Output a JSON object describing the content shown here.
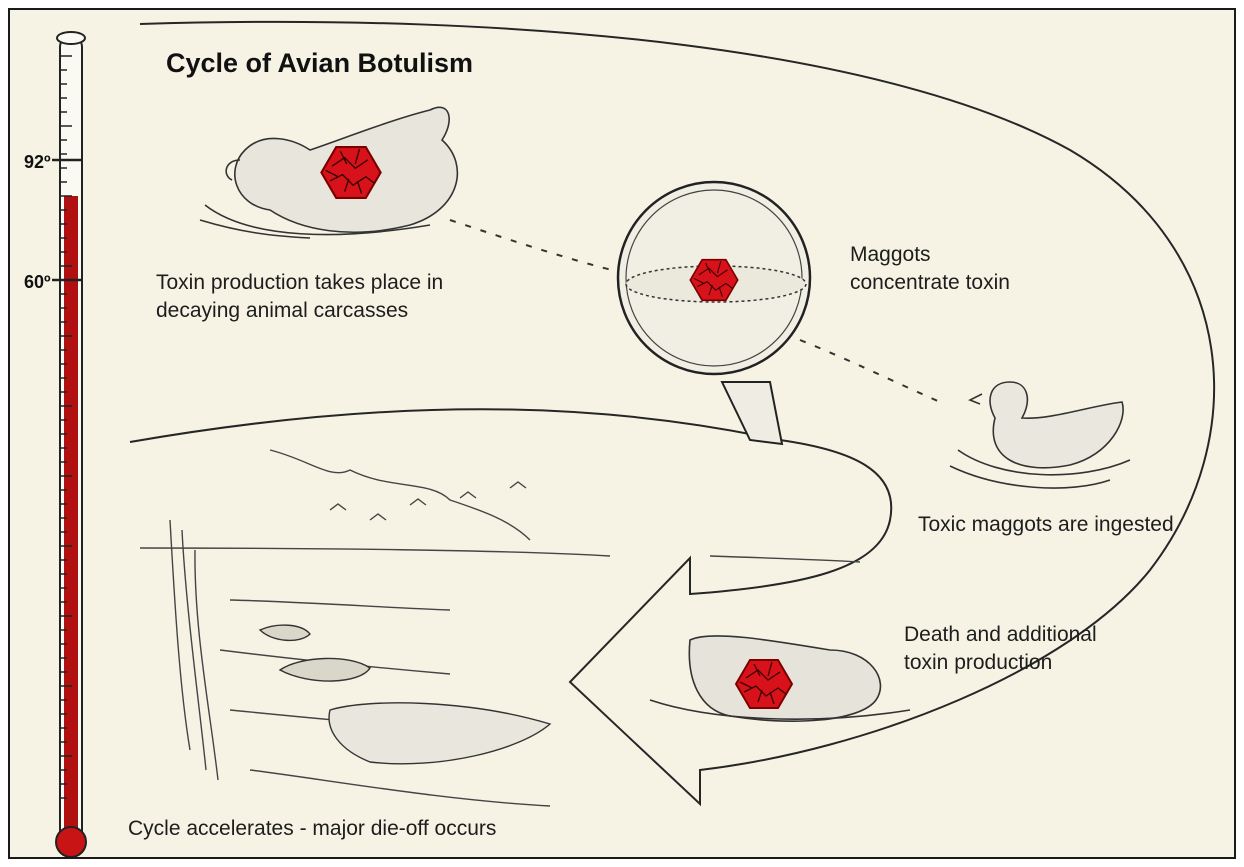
{
  "title": "Cycle of Avian Botulism",
  "thermometer": {
    "marks": [
      {
        "label": "92º"
      },
      {
        "label": "60º"
      }
    ],
    "colors": {
      "mercury": "#b01010",
      "bulb": "#c81414"
    }
  },
  "stages": {
    "toxin_production": {
      "line1": "Toxin production takes place in",
      "line2": "decaying animal carcasses"
    },
    "maggots": {
      "line1": "Maggots",
      "line2": "concentrate toxin"
    },
    "ingested": {
      "line1": "Toxic maggots are ingested"
    },
    "death": {
      "line1": "Death and additional",
      "line2": "toxin production"
    },
    "accelerates": {
      "line1": "Cycle accelerates - major die-off occurs"
    }
  },
  "icons": {
    "toxin": "toxin-crystal-icon",
    "lens": "magnifying-glass-icon"
  },
  "colors": {
    "background": "#f6f3e5",
    "toxin": "#d8121b",
    "ink": "#2a2a2a"
  }
}
